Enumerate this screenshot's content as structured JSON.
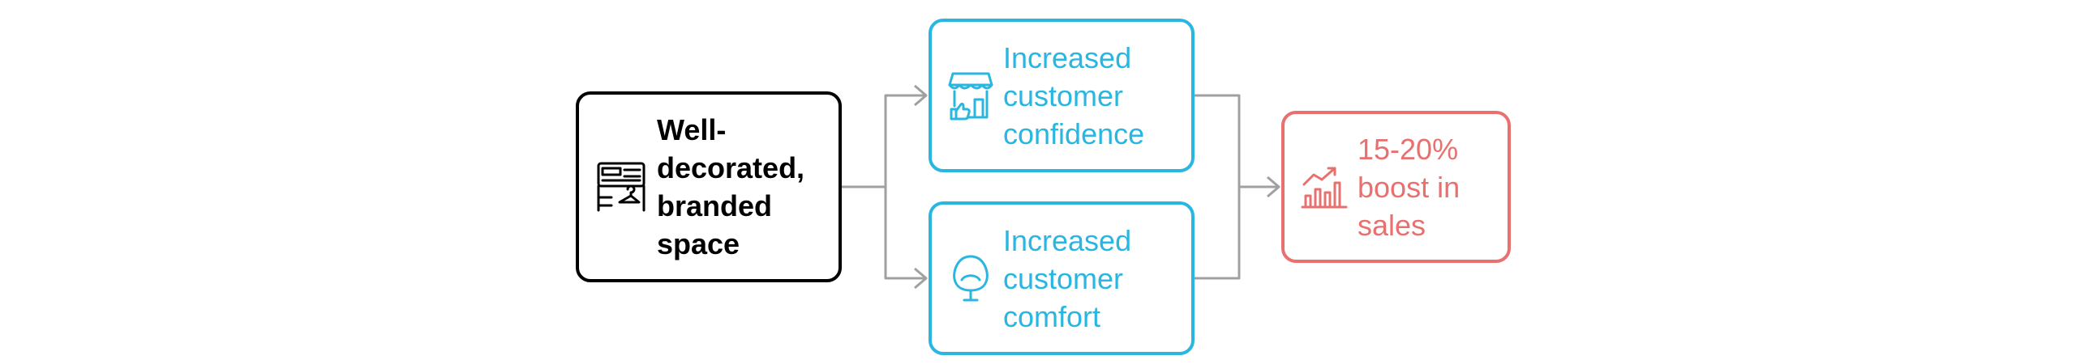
{
  "colors": {
    "source": "#000000",
    "middle": "#29b6e0",
    "result": "#e8706e",
    "connector": "#a0a0a0"
  },
  "nodes": {
    "source": {
      "label": "Well-\ndecorated,\nbranded\nspace",
      "icon": "store-shelf-icon"
    },
    "confidence": {
      "label": "Increased\ncustomer\nconfidence",
      "icon": "storefront-thumbs-up-icon"
    },
    "comfort": {
      "label": "Increased\ncustomer\ncomfort",
      "icon": "egg-chair-icon"
    },
    "sales": {
      "label": "15-20%\nboost in\nsales",
      "icon": "rising-bar-chart-icon"
    }
  },
  "edges": [
    {
      "from": "source",
      "to": "confidence"
    },
    {
      "from": "source",
      "to": "comfort"
    },
    {
      "from": "confidence",
      "to": "sales"
    },
    {
      "from": "comfort",
      "to": "sales"
    }
  ]
}
